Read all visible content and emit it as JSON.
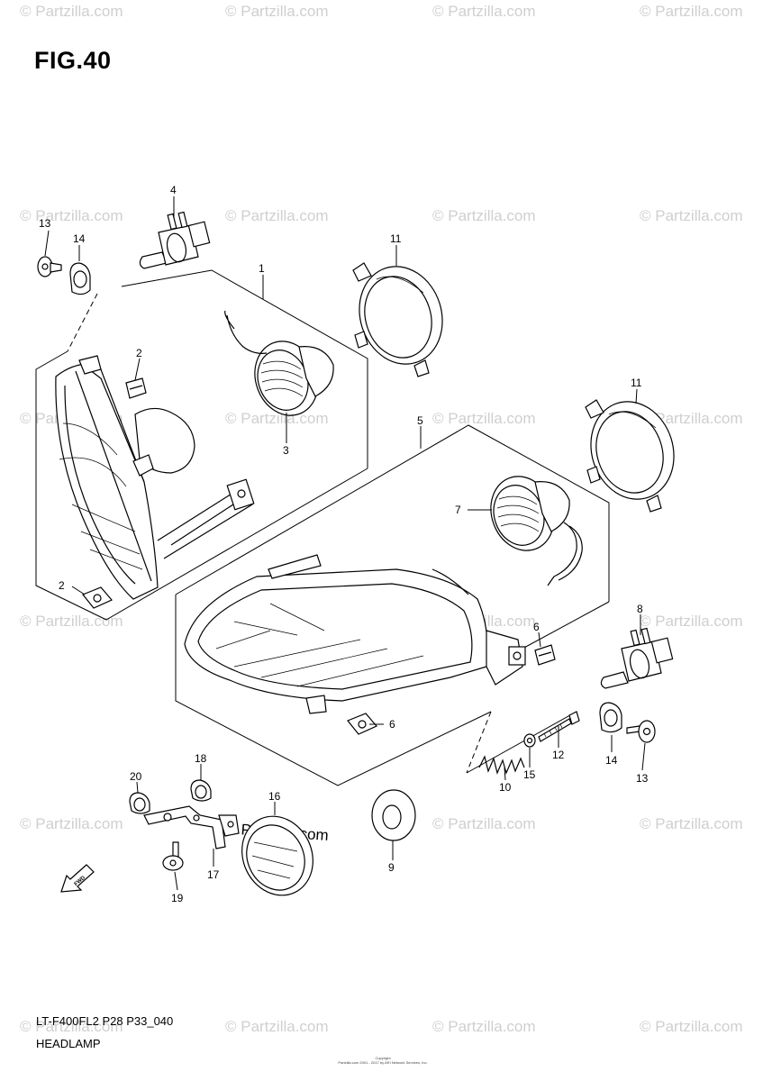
{
  "figure": {
    "title": "FIG.40",
    "code": "LT-F400FL2 P28 P33_040",
    "name": "HEADLAMP",
    "copyright_line1": "Copyright",
    "copyright_line2": "Partzilla.com 2001 - 2017 by ARI Network Services, Inc."
  },
  "watermark": {
    "text": "© Partzilla.com"
  },
  "fwd_badge": "FWD",
  "callouts": [
    {
      "id": "c1",
      "number": "1"
    },
    {
      "id": "c2a",
      "number": "2"
    },
    {
      "id": "c2b",
      "number": "2"
    },
    {
      "id": "c3",
      "number": "3"
    },
    {
      "id": "c4",
      "number": "4"
    },
    {
      "id": "c5",
      "number": "5"
    },
    {
      "id": "c6a",
      "number": "6"
    },
    {
      "id": "c6b",
      "number": "6"
    },
    {
      "id": "c7",
      "number": "7"
    },
    {
      "id": "c8",
      "number": "8"
    },
    {
      "id": "c9",
      "number": "9"
    },
    {
      "id": "c10",
      "number": "10"
    },
    {
      "id": "c11a",
      "number": "11"
    },
    {
      "id": "c11b",
      "number": "11"
    },
    {
      "id": "c12",
      "number": "12"
    },
    {
      "id": "c13a",
      "number": "13"
    },
    {
      "id": "c13b",
      "number": "13"
    },
    {
      "id": "c14a",
      "number": "14"
    },
    {
      "id": "c14b",
      "number": "14"
    },
    {
      "id": "c15",
      "number": "15"
    },
    {
      "id": "c16",
      "number": "16"
    },
    {
      "id": "c17",
      "number": "17"
    },
    {
      "id": "c18",
      "number": "18"
    },
    {
      "id": "c19",
      "number": "19"
    },
    {
      "id": "c20",
      "number": "20"
    }
  ]
}
